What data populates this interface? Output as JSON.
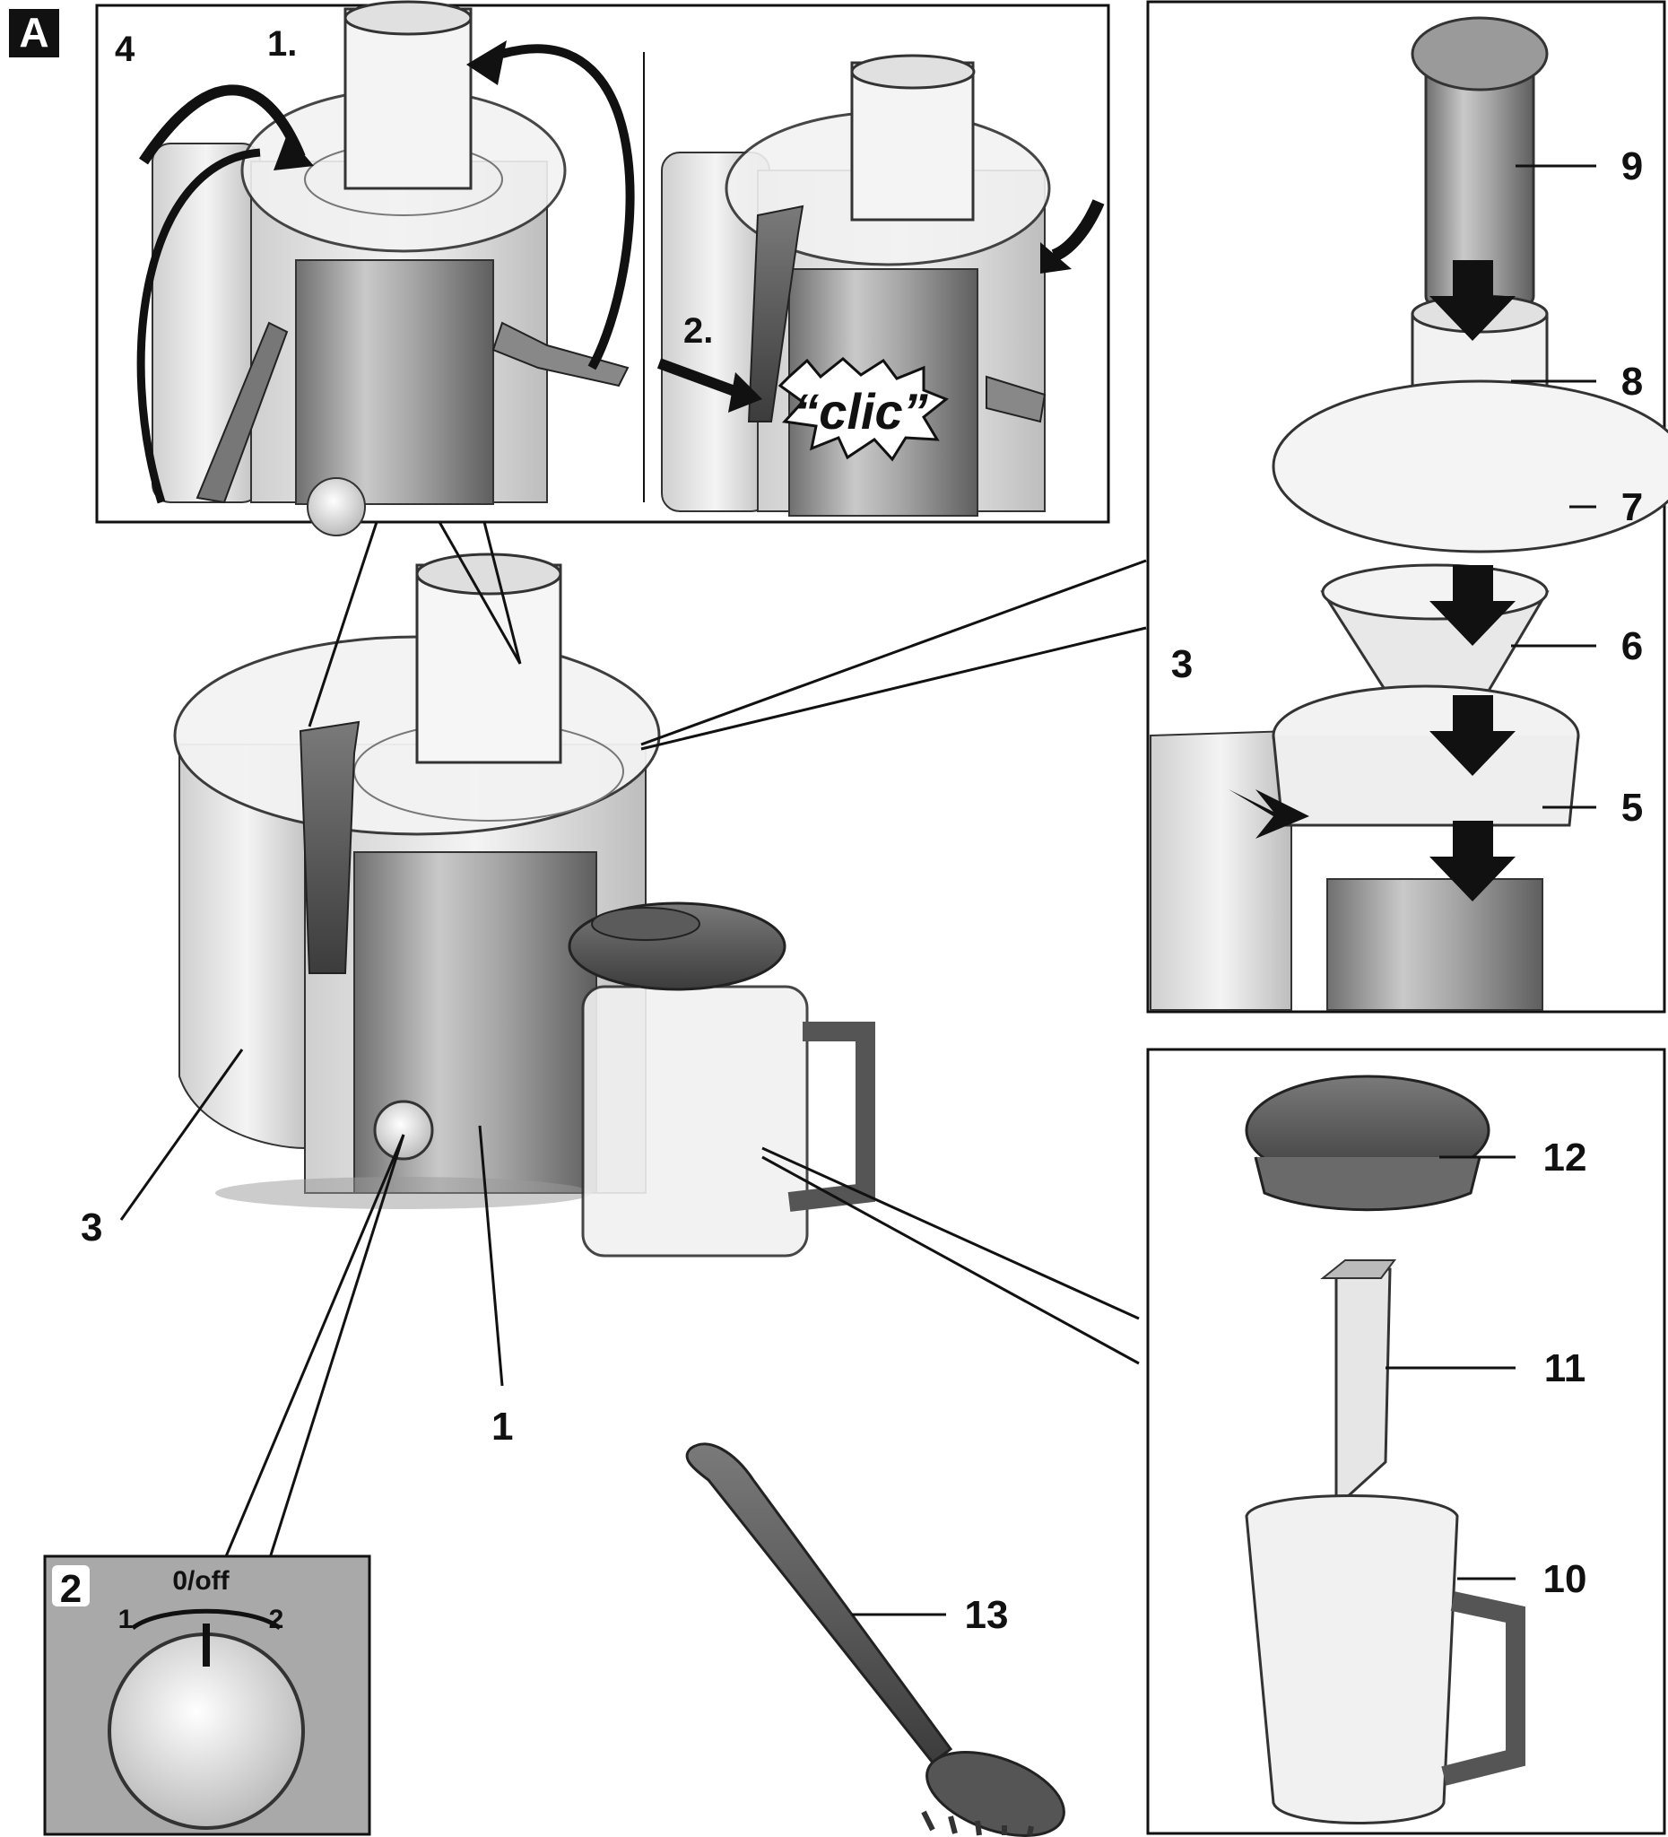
{
  "panel_letter": "A",
  "steps": {
    "open": "1.",
    "close": "2.",
    "lever": "4"
  },
  "clic": "“clic”",
  "dial_inset": {
    "number": "2",
    "top": "0/off",
    "left": "1",
    "right": "2"
  },
  "callouts": {
    "c1": "1",
    "c3a": "3",
    "c3b": "3",
    "c5": "5",
    "c6": "6",
    "c7": "7",
    "c8": "8",
    "c9": "9",
    "c10": "10",
    "c11": "11",
    "c12": "12",
    "c13": "13"
  },
  "colors": {
    "ink": "#111111",
    "steel": "#8c8c8c",
    "light": "#e6e6e6",
    "dark": "#555555",
    "arrow": "#1a1a1a"
  }
}
